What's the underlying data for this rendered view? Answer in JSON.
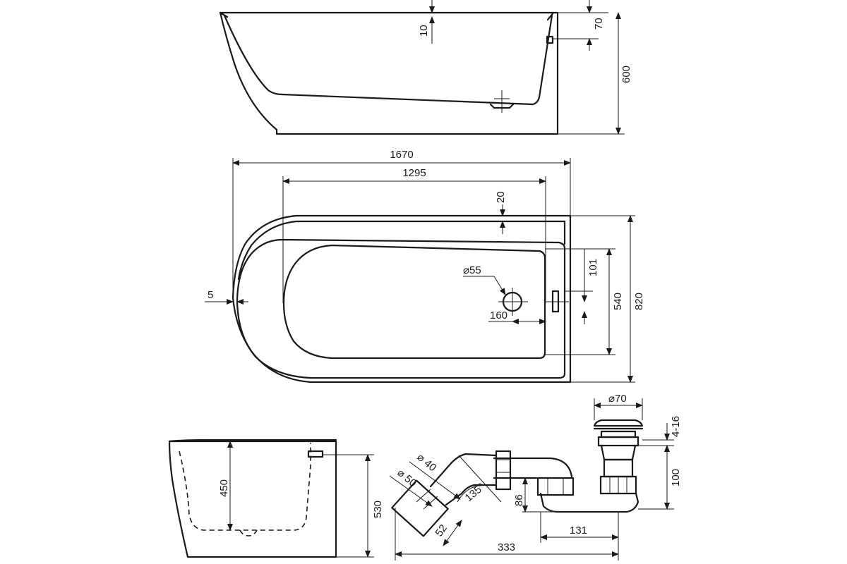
{
  "dimensions": {
    "top_view": {
      "rim_10": "10",
      "overflow_70": "70",
      "height_600": "600"
    },
    "plan_view": {
      "length_1670": "1670",
      "inner_1295": "1295",
      "rim_20": "20",
      "drain_dia": "⌀55",
      "overflow_101": "101",
      "inner_540": "540",
      "width_820": "820",
      "drain_160": "160",
      "edge_5": "5"
    },
    "side_view": {
      "depth_450": "450",
      "height_530": "530"
    },
    "drain_assembly": {
      "dia_70": "⌀70",
      "plug_4_16": "4-16",
      "dia_40": "⌀ 40",
      "dia_50": "⌀ 50",
      "angle_135": "135°",
      "h_86": "86",
      "h_100": "100",
      "len_52": "52",
      "len_131": "131",
      "len_333": "333"
    }
  }
}
